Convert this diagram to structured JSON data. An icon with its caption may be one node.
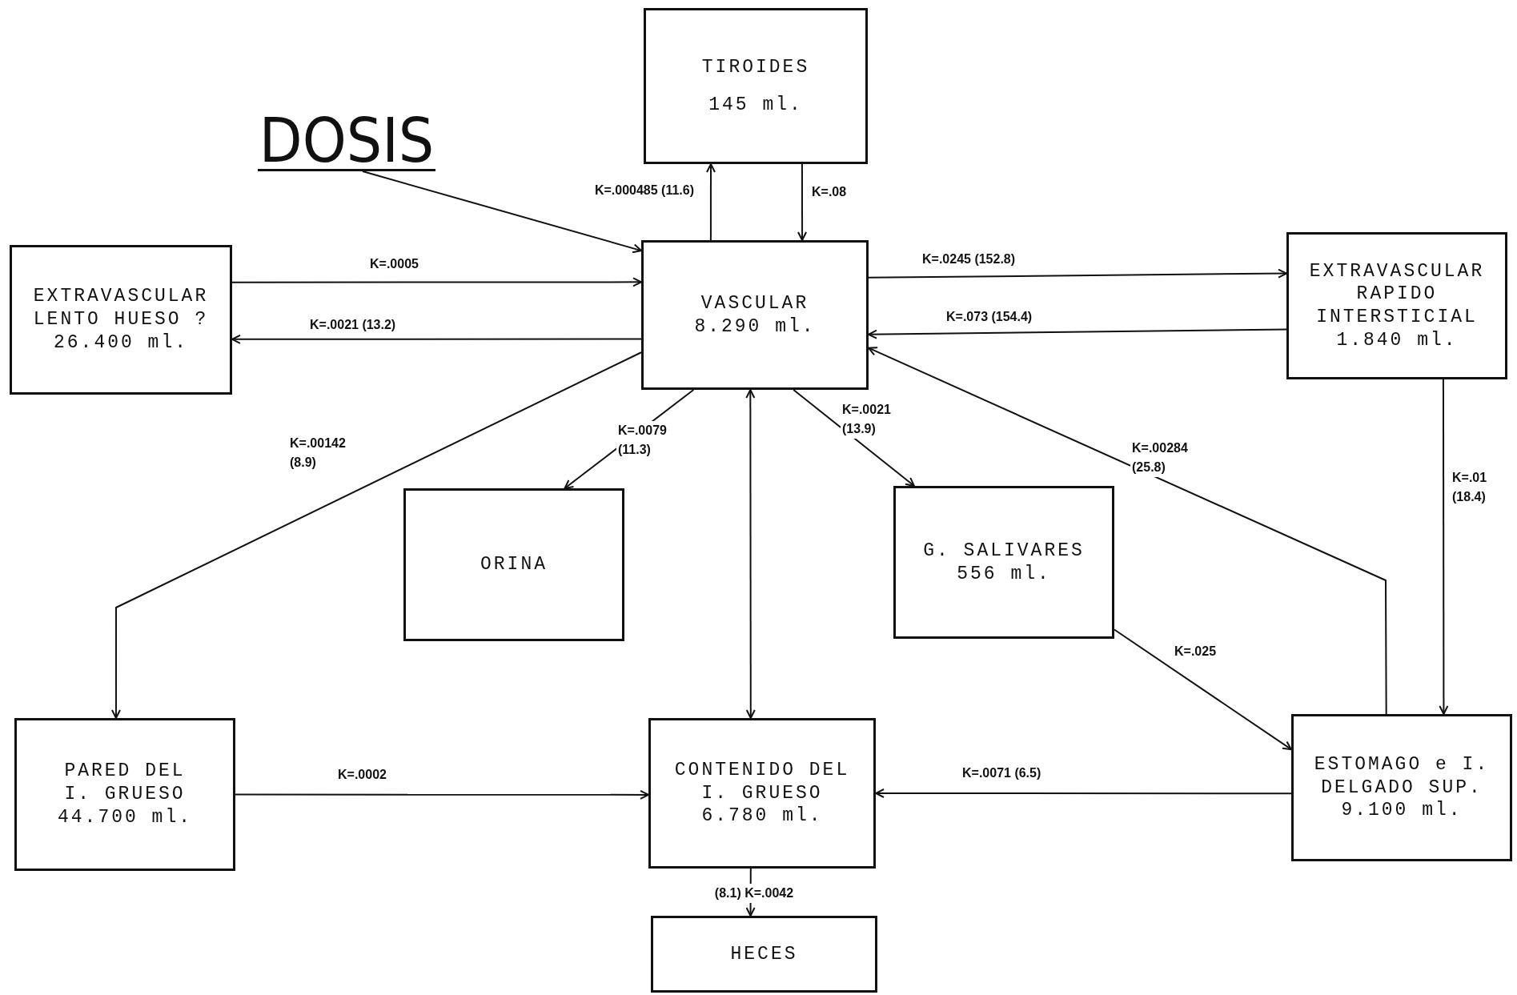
{
  "diagram": {
    "nodes": [
      {
        "text": [
          "DOSIS"
        ]
      },
      {
        "text": [
          "TIROIDES",
          "145 ml."
        ]
      },
      {
        "text": [
          "EXTRAVASCULAR LENTO HUESO ?",
          "26.400 ml."
        ]
      },
      {
        "text": [
          "VASCULAR",
          "8.290 ml."
        ]
      },
      {
        "text": [
          "EXTRAVASCULAR RAPIDO INTERSTICIAL",
          "1.840 ml."
        ]
      },
      {
        "text": [
          "ORINA"
        ]
      },
      {
        "text": [
          "G. SALIVARES",
          "556 ml."
        ]
      },
      {
        "text": [
          "PARED DEL I. GRUESO",
          "44.700 ml."
        ]
      },
      {
        "text": [
          "CONTENIDO DEL I. GRUESO",
          "6.780 ml."
        ]
      },
      {
        "text": [
          "ESTOMAGO e I. DELGADO SUP.",
          "9.100 ml."
        ]
      },
      {
        "text": [
          "HECES"
        ]
      }
    ],
    "edges": [
      {
        "from": 0,
        "to": 3,
        "arrow": "to"
      },
      {
        "from": 3,
        "to": 1,
        "arrow": "to",
        "label": "K=.000485 (11.6)"
      },
      {
        "from": 1,
        "to": 3,
        "arrow": "to",
        "label": "K=.08"
      },
      {
        "from": 2,
        "to": 3,
        "arrow": "to",
        "label": "K=.0005"
      },
      {
        "from": 3,
        "to": 2,
        "arrow": "to",
        "label": "K=.0021 (13.2)"
      },
      {
        "from": 3,
        "to": 4,
        "arrow": "to",
        "label": "K=.0245 (152.8)"
      },
      {
        "from": 4,
        "to": 3,
        "arrow": "to",
        "label": "K=.073 (154.4)"
      },
      {
        "from": 3,
        "to": 7,
        "arrow": "to",
        "label": "K=.00142 (8.9)"
      },
      {
        "from": 3,
        "to": 5,
        "arrow": "to",
        "label": "K=.0079 (11.3)"
      },
      {
        "from": 8,
        "to": 3,
        "arrow": "both"
      },
      {
        "from": 3,
        "to": 6,
        "arrow": "to",
        "label": "K=.0021 (13.9)"
      },
      {
        "from": 9,
        "to": 3,
        "arrow": "to",
        "label": "K=.00284 (25.8)"
      },
      {
        "from": 4,
        "to": 9,
        "arrow": "to",
        "label": "K=.01 (18.4)"
      },
      {
        "from": 6,
        "to": 9,
        "arrow": "to",
        "label": "K=.025"
      },
      {
        "from": 7,
        "to": 8,
        "arrow": "to",
        "label": "K=.0002"
      },
      {
        "from": 9,
        "to": 8,
        "arrow": "to",
        "label": "K=.0071 (6.5)"
      },
      {
        "from": 8,
        "to": 10,
        "arrow": "to",
        "label": "(8.1) K=.0042"
      }
    ]
  }
}
